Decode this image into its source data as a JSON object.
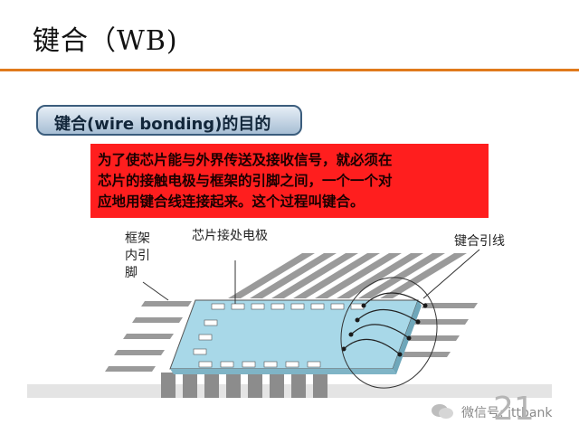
{
  "slide": {
    "title": "键合（WB)",
    "section_label": "键合(wire bonding)的目的",
    "callout_lines": [
      "为了使芯片能与外界传送及接收信号，就必须在",
      "芯片的接触电极与框架的引脚之间，一个一个对",
      "应地用键合线连接起来。这个过程叫键合。"
    ],
    "page_number": "21"
  },
  "figure": {
    "label_frame_pins": "框架内引脚",
    "label_chip_pads": "芯片接处电极",
    "label_bond_wire": "键合引线"
  },
  "watermark": {
    "text": "微信号: ittbank"
  },
  "colors": {
    "accent_rule": "#e07a1c",
    "callout_bg": "#ff1e1e",
    "chip": "#a8d8e8"
  }
}
